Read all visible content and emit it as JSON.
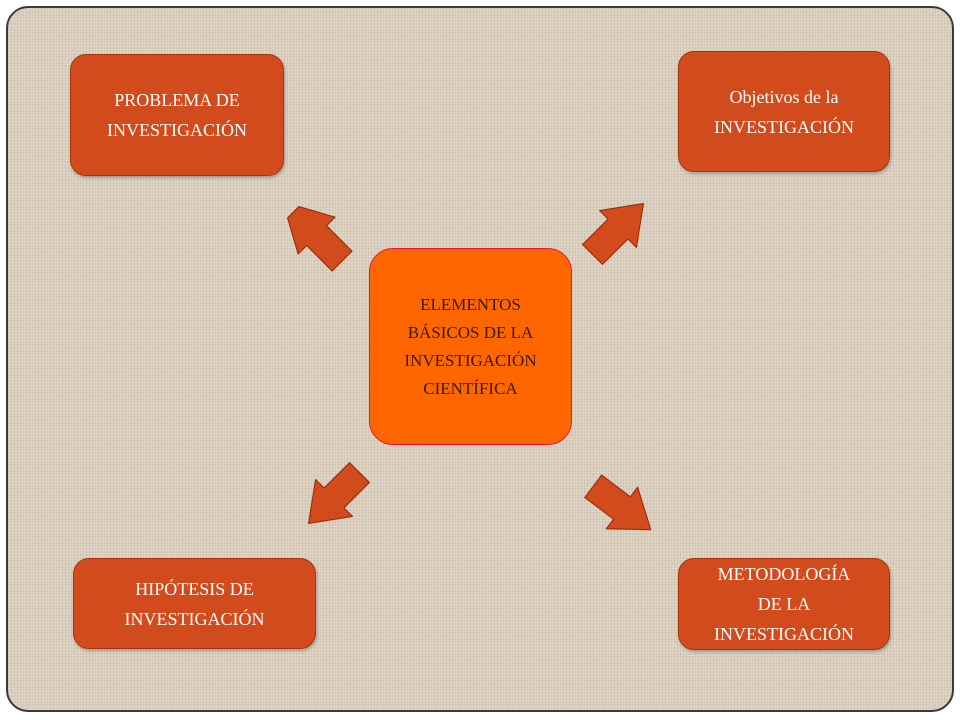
{
  "center": {
    "line1": "ELEMENTOS",
    "line2": "BÁSICOS DE LA",
    "line3": "INVESTIGACIÓN",
    "line4": "CIENTÍFICA"
  },
  "top_left": {
    "line1": "PROBLEMA DE",
    "line2": "INVESTIGACIÓN"
  },
  "top_right": {
    "line1": "Objetivos de la",
    "line2": "INVESTIGACIÓN"
  },
  "bottom_left": {
    "line1": "HIPÓTESIS DE",
    "line2": "INVESTIGACIÓN"
  },
  "bottom_right": {
    "line1": "METODOLOGÍA",
    "line2": "DE LA",
    "line3": "INVESTIGACIÓN"
  },
  "colors": {
    "box_fill": "#d24b1c",
    "center_fill": "#ff6600",
    "center_border": "#e8163c",
    "arrow_fill": "#d24b1c",
    "background": "#d9cdbb"
  }
}
